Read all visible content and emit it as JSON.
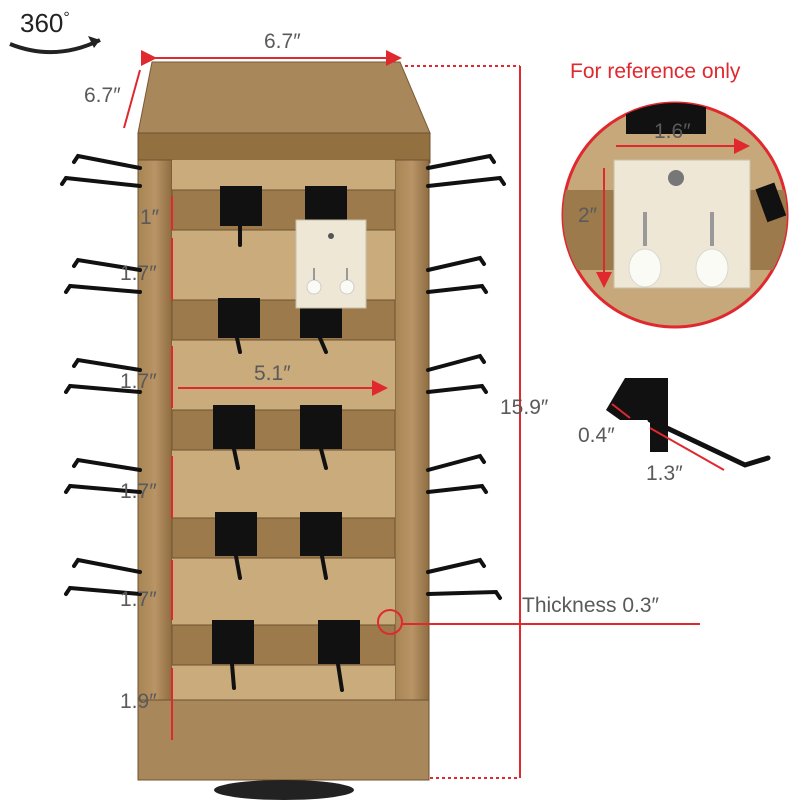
{
  "badge": {
    "text": "360",
    "degree": "°"
  },
  "dimensions": {
    "top_width": "6.7″",
    "top_depth": "6.7″",
    "height": "15.9″",
    "gap_top": "1″",
    "gap_1": "1.7″",
    "gap_2": "1.7″",
    "gap_3": "1.7″",
    "gap_4": "1.7″",
    "gap_bottom": "1.9″",
    "inner_width": "5.1″",
    "thickness": "Thickness 0.3″"
  },
  "detail": {
    "title": "For reference only",
    "card_width": "1.6″",
    "card_height": "2″"
  },
  "hook": {
    "slot": "0.4″",
    "length": "1.3″"
  },
  "colors": {
    "accent": "#e0282f",
    "wood": "#9c7a4c",
    "wood_dark": "#6f5231",
    "metal": "#111111",
    "card": "#efe7d6"
  }
}
